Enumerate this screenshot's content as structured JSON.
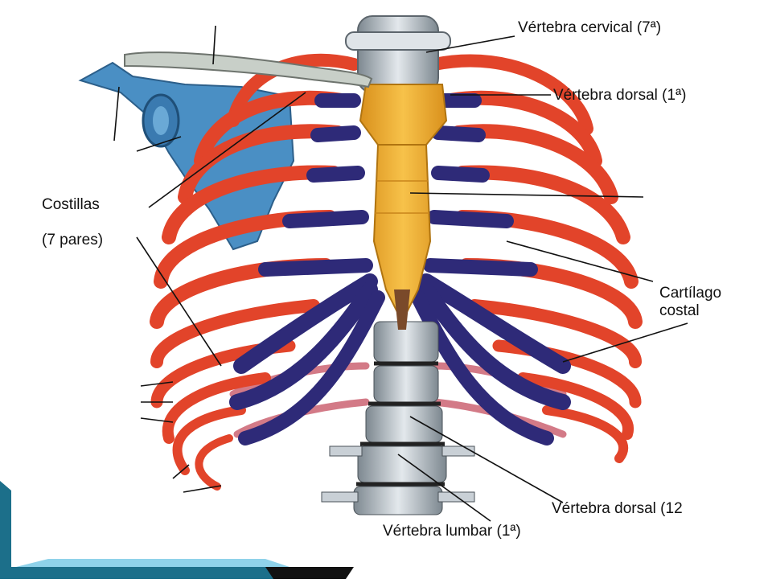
{
  "labels": {
    "cervical": "Vértebra cervical (7ª)",
    "dorsal_first": "Vértebra dorsal (1ª)",
    "costillas": "Costillas",
    "siete_pares": "(7 pares)",
    "cartilago": "Cartílago",
    "costal": "costal",
    "dorsal_twelfth": "Vértebra dorsal (12",
    "lumbar_first": "Vértebra lumbar (1ª)"
  },
  "colors": {
    "rib": "#e2442a",
    "rib_dark": "#b72a18",
    "cartilage": "#2e2a78",
    "sternum": "#f0b030",
    "scapula": "#4a8fc4",
    "clavicle": "#c8cfc8",
    "vertebra": "#c9d0d6",
    "accent_teal": "#1c6f8a",
    "accent_light": "#8fd2ea"
  }
}
